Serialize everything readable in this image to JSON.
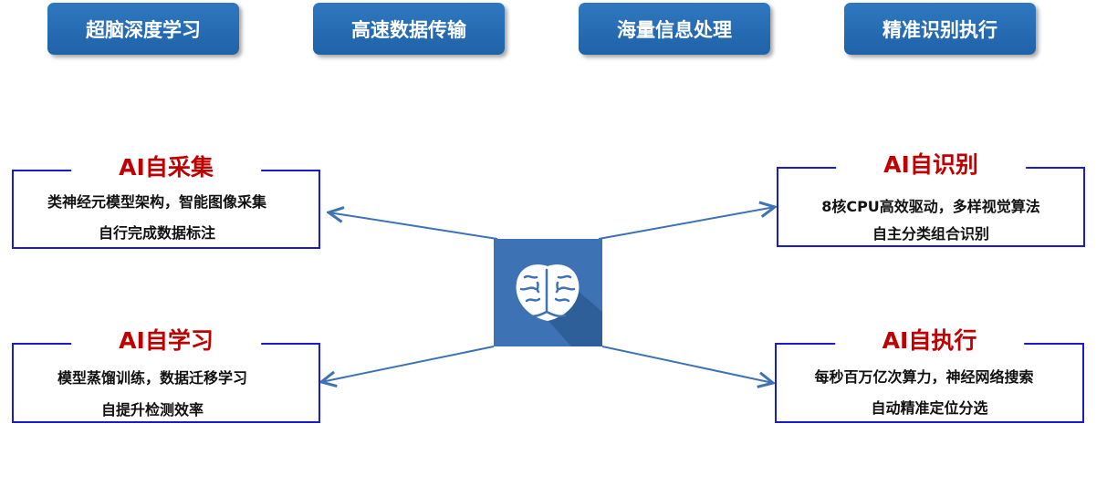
{
  "top_buttons": [
    "超脑深度学习",
    "高速数据传输",
    "海量信息处理",
    "精准识别执行"
  ],
  "boxes": {
    "collect": {
      "title": "AI自采集",
      "lines": [
        "类神经元模型架构，智能图像采集",
        "自行完成数据标注"
      ]
    },
    "learn": {
      "title": "AI自学习",
      "lines": [
        "模型蒸馏训练，数据迁移学习",
        "自提升检测效率"
      ]
    },
    "recognize": {
      "title": "AI自识别",
      "lines": [
        "8核CPU高效驱动，多样视觉算法",
        "自主分类组合识别"
      ]
    },
    "execute": {
      "title": "AI自执行",
      "lines": [
        "每秒百万亿次算力，神经网络搜索",
        "自动精准定位分选"
      ]
    }
  },
  "colors": {
    "accent": "#2a6fb5",
    "title_red": "#c00000",
    "box_border": "#1a1ad0",
    "center": "#3d72b4"
  }
}
